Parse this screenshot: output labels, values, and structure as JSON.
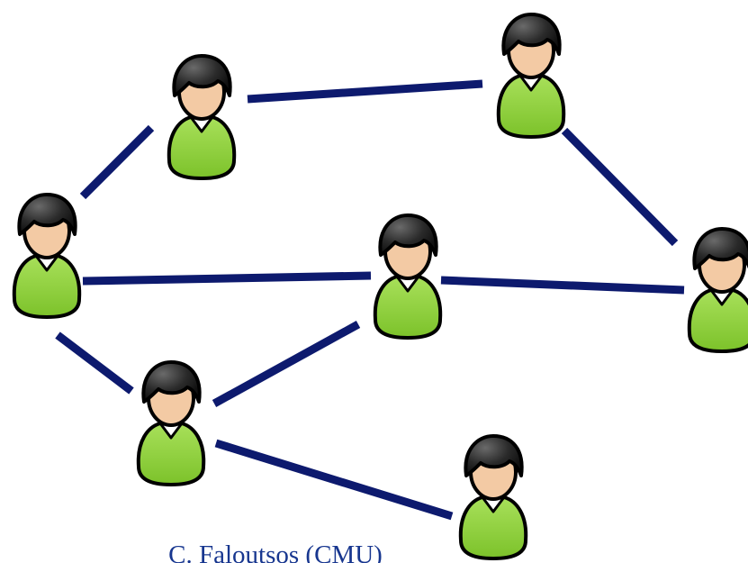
{
  "caption": "C. Faloutsos (CMU)",
  "nodes": [
    "person-1",
    "person-2",
    "person-3",
    "person-4",
    "person-5",
    "person-6",
    "person-7",
    "person-8"
  ],
  "edges": [
    [
      "person-1",
      "person-2"
    ],
    [
      "person-1",
      "person-3"
    ],
    [
      "person-2",
      "person-7"
    ],
    [
      "person-3",
      "person-4"
    ],
    [
      "person-3",
      "person-5"
    ],
    [
      "person-4",
      "person-5"
    ],
    [
      "person-4",
      "person-7"
    ],
    [
      "person-5",
      "person-6"
    ]
  ],
  "colors": {
    "edge": "#0d1a6e",
    "hair": "#2a2a2a",
    "skin": "#f3caa4",
    "shirt": "#8fd23a",
    "outline": "#000000",
    "caption": "#17368f"
  }
}
